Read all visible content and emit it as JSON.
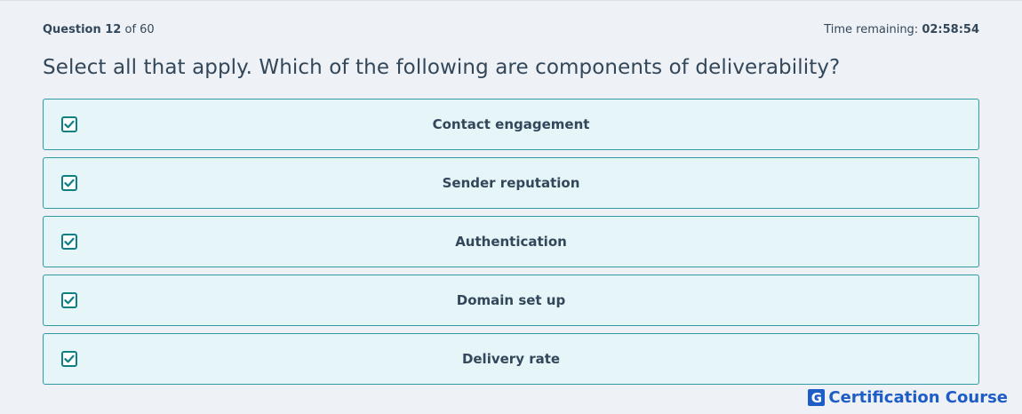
{
  "header": {
    "question_label": "Question",
    "question_number": "12",
    "question_of": "of 60",
    "time_label": "Time remaining:",
    "time_value": "02:58:54"
  },
  "question": {
    "text": "Select all that apply. Which of the following are components of deliverability?"
  },
  "options": [
    {
      "label": "Contact engagement",
      "checked": true
    },
    {
      "label": "Sender reputation",
      "checked": true
    },
    {
      "label": "Authentication",
      "checked": true
    },
    {
      "label": "Domain set up",
      "checked": true
    },
    {
      "label": "Delivery rate",
      "checked": true
    }
  ],
  "brand": {
    "mark": "G",
    "name": "Certification Course",
    "color": "#1f5dc6"
  },
  "colors": {
    "accent": "#0f7f86",
    "option_background": "#e5f5f8",
    "option_border": "#2f9aa3",
    "text": "#33475b"
  },
  "icons": {
    "checkbox": "checkbox-checked-icon"
  }
}
